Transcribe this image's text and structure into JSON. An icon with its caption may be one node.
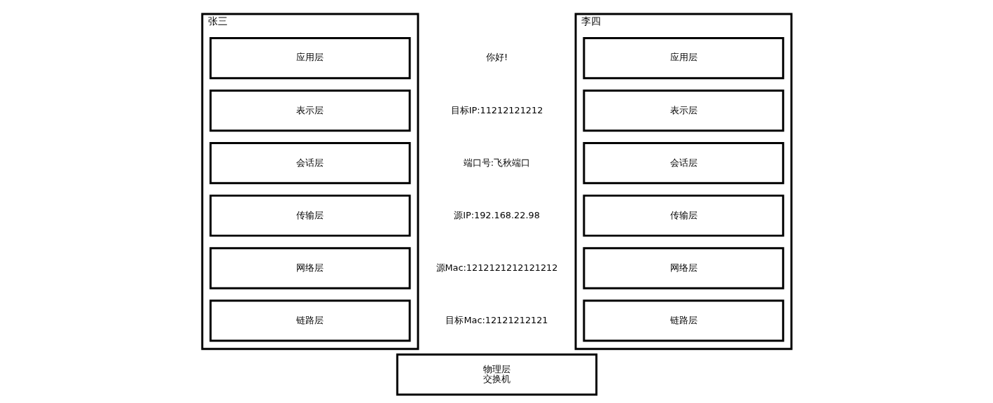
{
  "diagram": {
    "nodes": [
      {
        "text": [
          "张三"
        ]
      },
      {
        "text": [
          "应用层"
        ],
        "in": 0
      },
      {
        "text": [
          "表示层"
        ],
        "in": 0
      },
      {
        "text": [
          "会话层"
        ],
        "in": 0
      },
      {
        "text": [
          "传输层"
        ],
        "in": 0
      },
      {
        "text": [
          "网络层"
        ],
        "in": 0
      },
      {
        "text": [
          "链路层"
        ],
        "in": 0
      },
      {
        "text": [
          "李四"
        ]
      },
      {
        "text": [
          "应用层"
        ],
        "in": 7
      },
      {
        "text": [
          "表示层"
        ],
        "in": 7
      },
      {
        "text": [
          "会话层"
        ],
        "in": 7
      },
      {
        "text": [
          "传输层"
        ],
        "in": 7
      },
      {
        "text": [
          "网络层"
        ],
        "in": 7
      },
      {
        "text": [
          "链路层"
        ],
        "in": 7
      },
      {
        "text": [
          "物理层",
          "交换机"
        ]
      }
    ],
    "edges": [],
    "labels": [
      "你好!",
      "目标IP:11212121212",
      "端口号:飞秋端口",
      "源IP:192.168.22.98",
      "源Mac:1212121212121212",
      "目标Mac:12121212121"
    ]
  }
}
